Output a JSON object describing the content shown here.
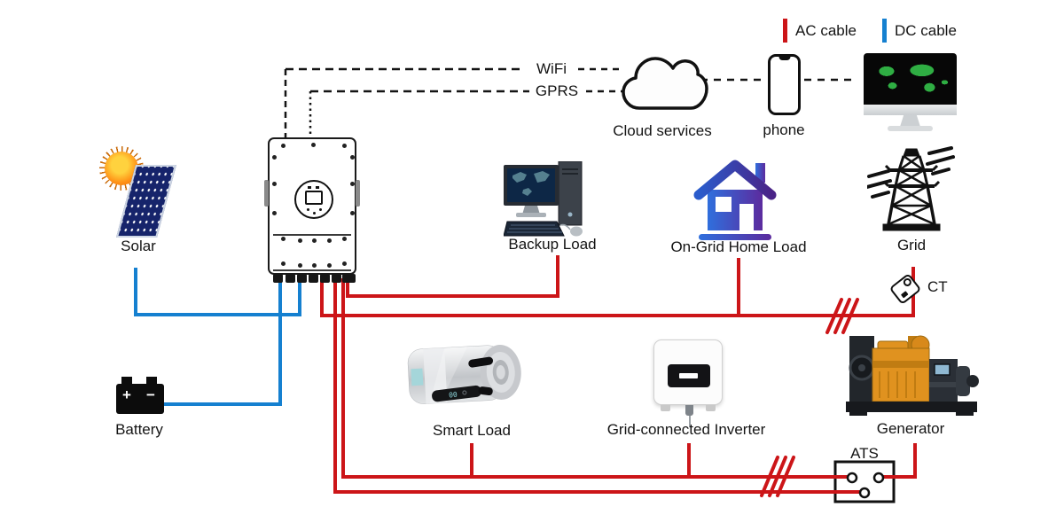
{
  "colors": {
    "ac": "#cc1518",
    "dc": "#1580d0",
    "ink": "#141414",
    "house_a": "#2f6fdd",
    "house_b": "#5c2b9e",
    "panel": "#16246b",
    "map_green": "#2fae43"
  },
  "legend": {
    "ac": "AC cable",
    "dc": "DC cable"
  },
  "comm": {
    "wifi": "WiFi",
    "gprs": "GPRS",
    "cloud": "Cloud services",
    "phone": "phone"
  },
  "labels": {
    "solar": "Solar",
    "battery": "Battery",
    "battery_plus": "+",
    "battery_minus": "−",
    "backup": "Backup Load",
    "house": "On-Grid Home Load",
    "grid": "Grid",
    "ct": "CT",
    "smart": "Smart Load",
    "smart_display": "00",
    "gci": "Grid-connected Inverter",
    "generator": "Generator",
    "ats": "ATS"
  },
  "connections": [
    {
      "from": "Solar",
      "to": "Hybrid Inverter",
      "cable": "DC"
    },
    {
      "from": "Battery",
      "to": "Hybrid Inverter",
      "cable": "DC"
    },
    {
      "from": "Hybrid Inverter",
      "to": "Backup Load",
      "cable": "AC"
    },
    {
      "from": "Hybrid Inverter",
      "to": "On-Grid Home Load",
      "cable": "AC"
    },
    {
      "from": "Hybrid Inverter",
      "to": "Grid",
      "cable": "AC",
      "via": "CT"
    },
    {
      "from": "Hybrid Inverter",
      "to": "Smart Load",
      "cable": "AC"
    },
    {
      "from": "Hybrid Inverter",
      "to": "Grid-connected Inverter",
      "cable": "AC"
    },
    {
      "from": "Hybrid Inverter",
      "to": "ATS",
      "cable": "AC"
    },
    {
      "from": "Generator",
      "to": "ATS",
      "cable": "AC"
    },
    {
      "from": "Hybrid Inverter",
      "to": "Cloud services",
      "link": "WiFi"
    },
    {
      "from": "Hybrid Inverter",
      "to": "Cloud services",
      "link": "GPRS"
    },
    {
      "from": "Cloud services",
      "to": "phone",
      "link": "wireless"
    },
    {
      "from": "phone",
      "to": "monitor",
      "link": "wireless"
    }
  ]
}
